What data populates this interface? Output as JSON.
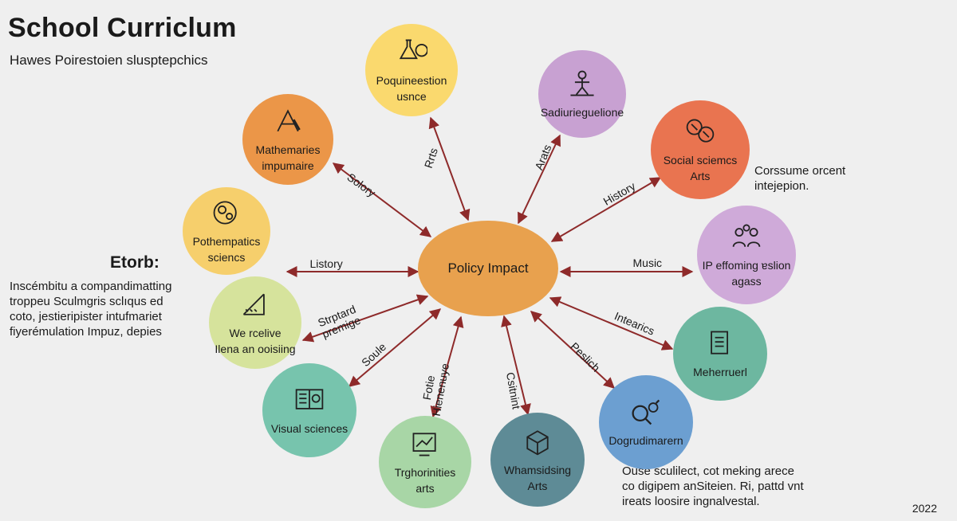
{
  "header": {
    "title": "School Curriclum",
    "subtitle": "Hawes Poirestoien slusptepchics"
  },
  "side": {
    "heading": "Etorb:",
    "paragraph": "Inscémbitu a compandimatting\ntroppeu Sculmgris sclıqus ed\ncoto, jestieripister intufmariet\nfiyerémulation Impuz, depies",
    "right_note": "Corssume orcent\nintejepion.",
    "bottom_note": "Ouse sculilect, cot meking arece\nco digipem anSiteien. Ri, pattd vnt\nireats loosire ingnalvestal.",
    "year": "2022"
  },
  "hub": {
    "label": "Policy Impact",
    "color": "#e8a14e"
  },
  "nodes": [
    {
      "id": "poquineestion",
      "label": "Poquineestion\nusnce",
      "color": "#fad96e",
      "icon": "flask-icon"
    },
    {
      "id": "sadiurieguelione",
      "label": "Sadiurieguelione",
      "color": "#c8a1d2",
      "icon": "figure-icon"
    },
    {
      "id": "social-sciences",
      "label": "Social sciemcs\nArts",
      "color": "#e97450",
      "icon": "globe-icon"
    },
    {
      "id": "ip-effoming",
      "label": "IP effoming ɐslion\nagass",
      "color": "#cfaad9",
      "icon": "people-icon"
    },
    {
      "id": "meherruerl",
      "label": "Meherruerl",
      "color": "#6db7a0",
      "icon": "document-icon"
    },
    {
      "id": "dogrudimarern",
      "label": "Dogrudimarern",
      "color": "#6c9fd1",
      "icon": "magnifier-icon"
    },
    {
      "id": "whamsidsing",
      "label": "Whamsidsing\nArts",
      "color": "#5e8b96",
      "icon": "cube-icon"
    },
    {
      "id": "trghorinities",
      "label": "Trghorinities\narts",
      "color": "#a8d6a6",
      "icon": "chart-icon"
    },
    {
      "id": "visual-sciences",
      "label": "Visual sciences",
      "color": "#77c4ad",
      "icon": "book-icon"
    },
    {
      "id": "we-rcelive",
      "label": "We rcelive\nIlena an ooisiing",
      "color": "#d6e39c",
      "icon": "ruler-icon"
    },
    {
      "id": "pothempatics",
      "label": "Pothempatics\nsciencs",
      "color": "#f6cf6c",
      "icon": "gears-icon"
    },
    {
      "id": "mathemaries",
      "label": "Mathemaries\nimpumaire",
      "color": "#eb9648",
      "icon": "compass-icon"
    }
  ],
  "edges": [
    {
      "to": "poquineestion",
      "label": "Rrts"
    },
    {
      "to": "sadiurieguelione",
      "label": "Arats"
    },
    {
      "to": "social-sciences",
      "label": "History"
    },
    {
      "to": "ip-effoming",
      "label": "Music"
    },
    {
      "to": "meherruerl",
      "label": "Intearics"
    },
    {
      "to": "dogrudimarern",
      "label": "Peslich"
    },
    {
      "to": "whamsidsing",
      "label": "Csitnint"
    },
    {
      "to": "trghorinities",
      "label": "Fotie\nHienenuye"
    },
    {
      "to": "visual-sciences",
      "label": "Soule"
    },
    {
      "to": "we-rcelive",
      "label": "Strptard\npremige"
    },
    {
      "to": "pothempatics",
      "label": "Listory"
    },
    {
      "to": "mathemaries",
      "label": "Solory"
    }
  ],
  "colors": {
    "arrow": "#8e2a2a",
    "background": "#efefef"
  }
}
